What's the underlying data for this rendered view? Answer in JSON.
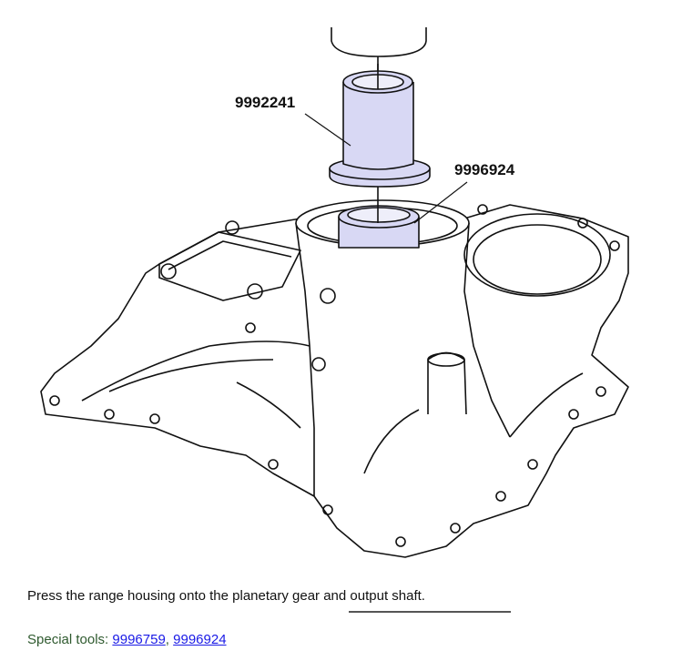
{
  "figure": {
    "labels": {
      "sleeve_tool": "9992241",
      "inner_tool": "9996924"
    },
    "colors": {
      "tool_fill": "#d8d8f4",
      "line": "#111111"
    }
  },
  "caption": "Press the range housing onto the planetary gear and output shaft.",
  "special_tools": {
    "label": "Special tools:",
    "separator": ",",
    "links": [
      "9996759",
      "9996924"
    ]
  }
}
